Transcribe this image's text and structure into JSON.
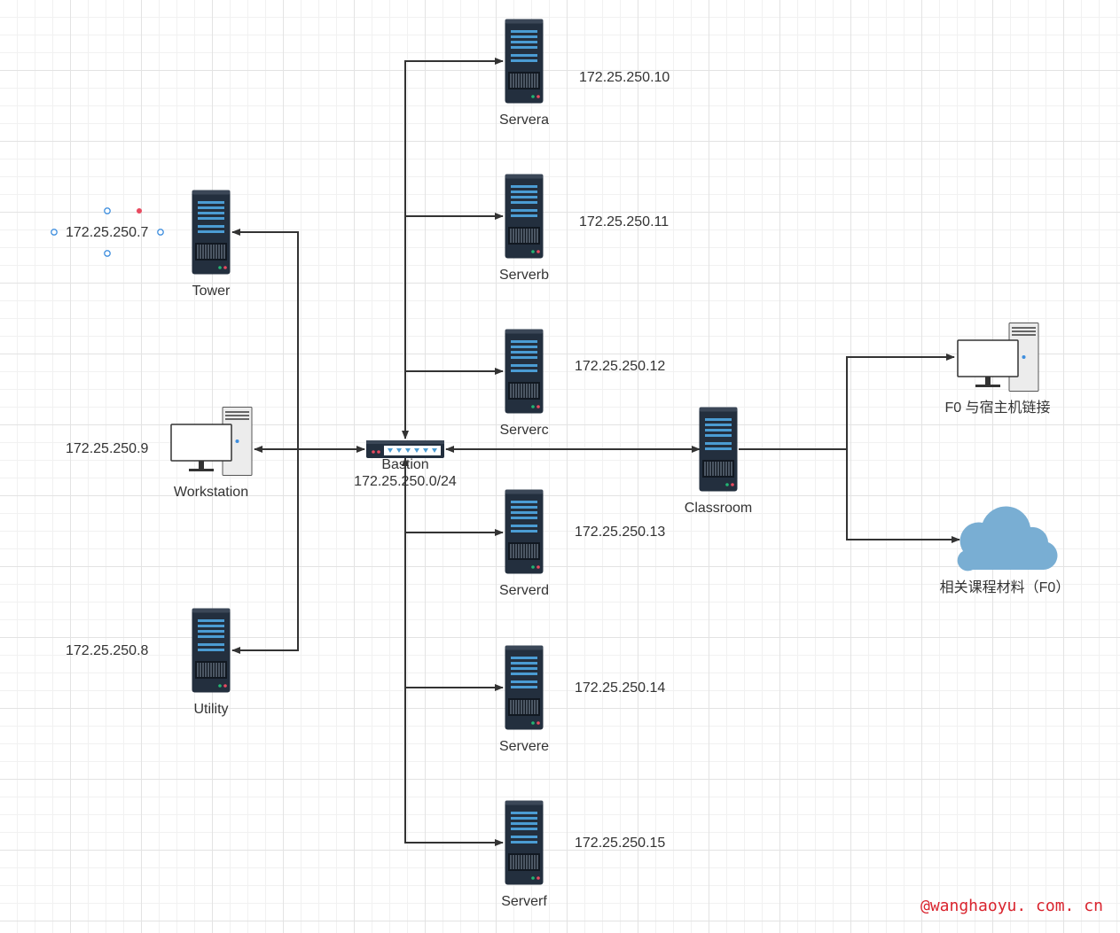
{
  "nodes": {
    "tower": {
      "label": "Tower",
      "ip": "172.25.250.7"
    },
    "workstation": {
      "label": "Workstation",
      "ip": "172.25.250.9"
    },
    "utility": {
      "label": "Utility",
      "ip": "172.25.250.8"
    },
    "bastion": {
      "label": "Bastion",
      "subnet": "172.25.250.0/24"
    },
    "servera": {
      "label": "Servera",
      "ip": "172.25.250.10"
    },
    "serverb": {
      "label": "Serverb",
      "ip": "172.25.250.11"
    },
    "serverc": {
      "label": "Serverc",
      "ip": "172.25.250.12"
    },
    "serverd": {
      "label": "Serverd",
      "ip": "172.25.250.13"
    },
    "servere": {
      "label": "Servere",
      "ip": "172.25.250.14"
    },
    "serverf": {
      "label": "Serverf",
      "ip": "172.25.250.15"
    },
    "classroom": {
      "label": "Classroom"
    },
    "host_pc": {
      "label": "F0 与宿主机链接"
    },
    "cloud": {
      "label": "相关课程材料（F0）"
    }
  },
  "watermark": "@wanghaoyu. com. cn",
  "colors": {
    "line": "#333333",
    "server_body": "#232f3e",
    "server_accent": "#4b9cd3",
    "cloud": "#79aed3",
    "watermark": "#d9232d",
    "selection_handle": "#3e8ede",
    "selection_dot": "#e84a5f"
  }
}
